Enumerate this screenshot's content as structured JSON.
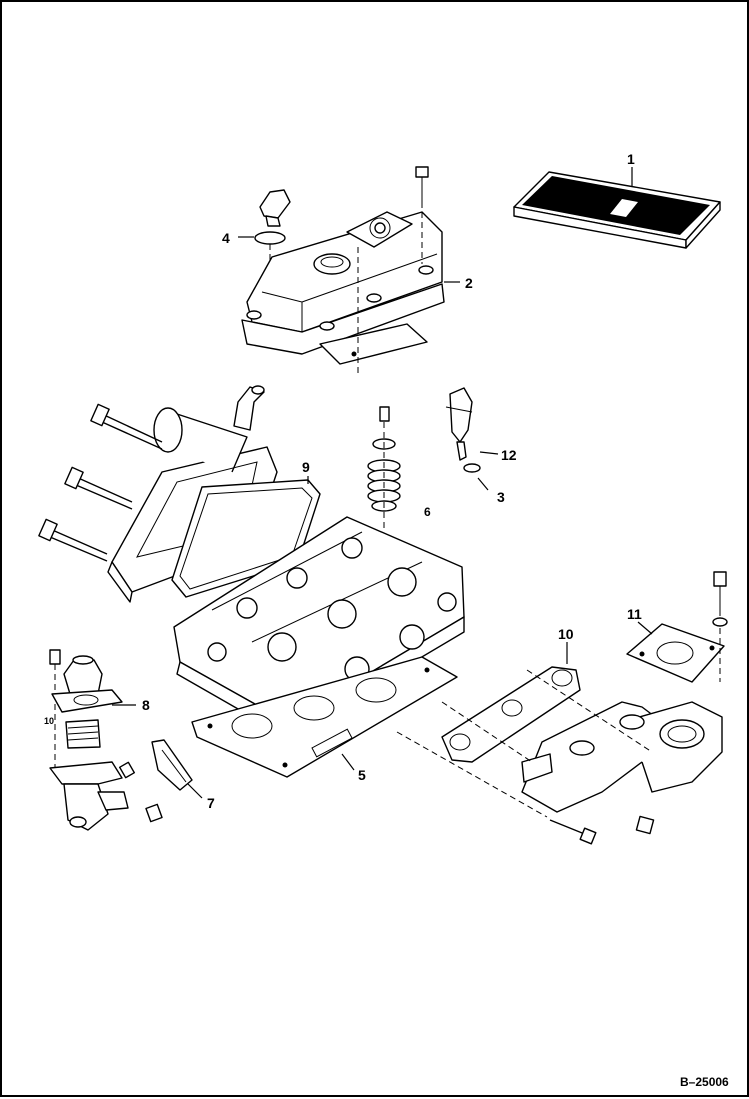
{
  "callouts": [
    {
      "id": "c1",
      "text": "1"
    },
    {
      "id": "c2",
      "text": "2"
    },
    {
      "id": "c3",
      "text": "3"
    },
    {
      "id": "c4",
      "text": "4"
    },
    {
      "id": "c5",
      "text": "5"
    },
    {
      "id": "c6",
      "text": "6"
    },
    {
      "id": "c7",
      "text": "7"
    },
    {
      "id": "c8",
      "text": "8"
    },
    {
      "id": "c9",
      "text": "9"
    },
    {
      "id": "c10a",
      "text": "10"
    },
    {
      "id": "c10b",
      "text": "10"
    },
    {
      "id": "c11",
      "text": "11"
    },
    {
      "id": "c12",
      "text": "12"
    }
  ],
  "figure_code": "B–25006"
}
